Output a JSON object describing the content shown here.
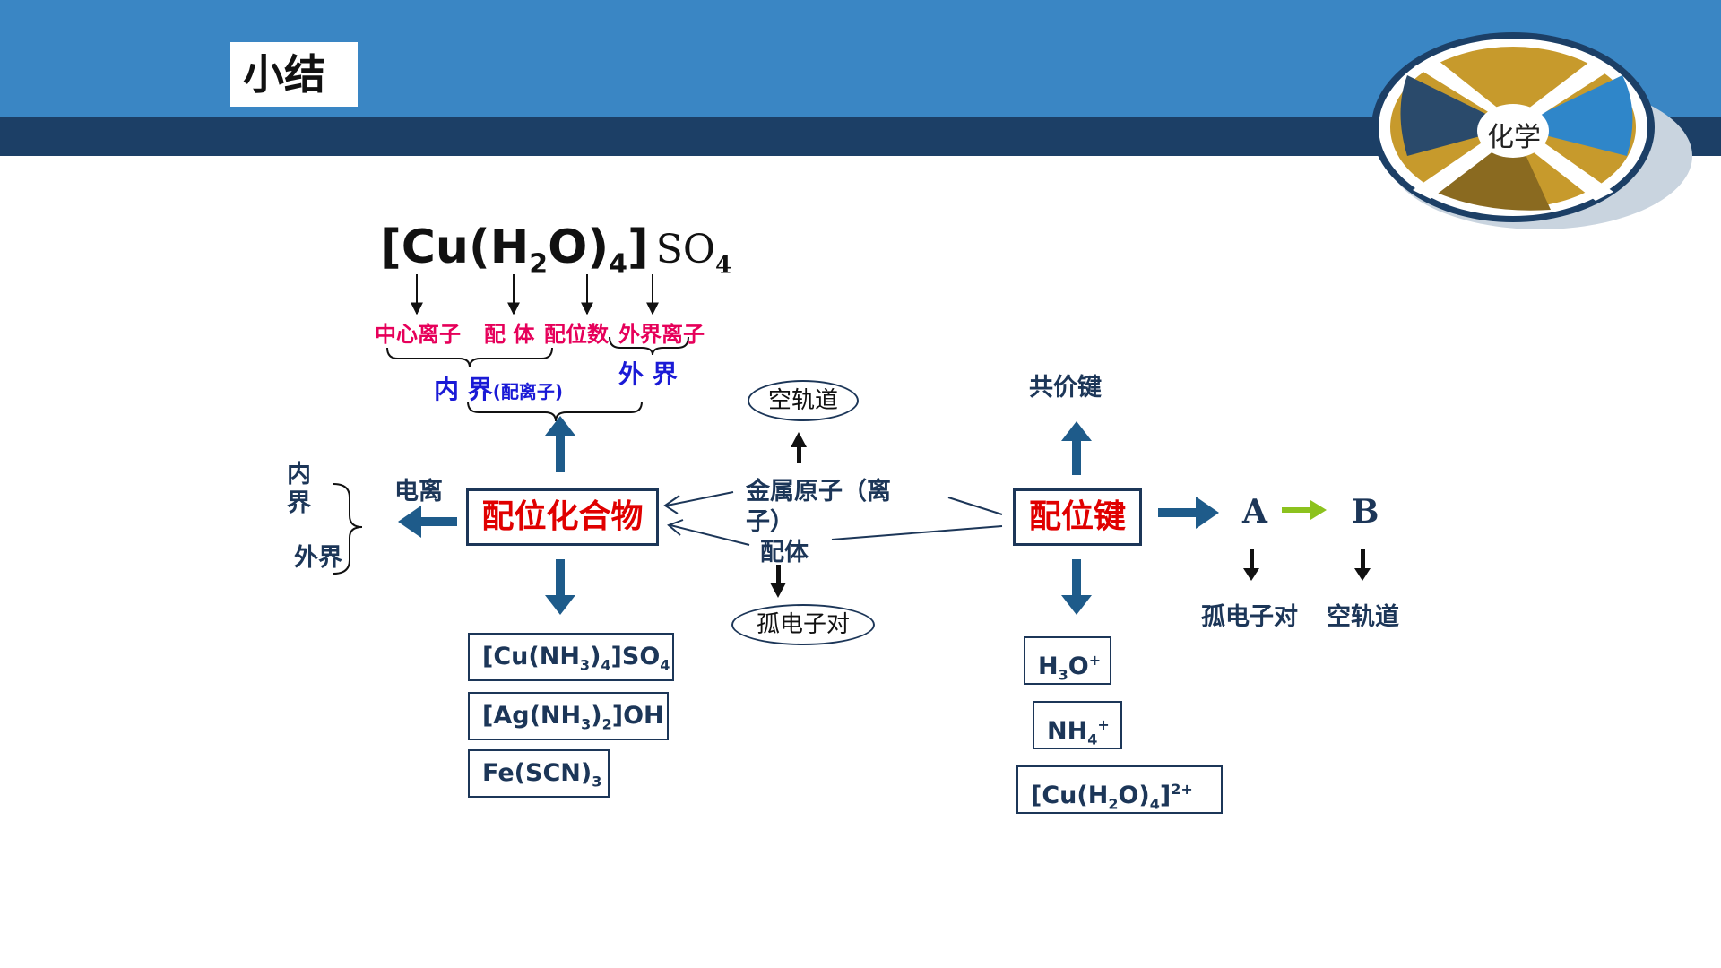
{
  "slide": {
    "title": "小结"
  },
  "logo": {
    "label": "化学"
  },
  "formula": {
    "cu": "[Cu(H",
    "two": "2",
    "o": "O)",
    "four": "4",
    "bracket": "]",
    "so": "SO",
    "so4": "4"
  },
  "labels": {
    "central_ion": "中心离子",
    "ligand": "配 体",
    "coord_number": "配位数",
    "outer_ion": "外界离子",
    "inner": "内 界",
    "complex_ion": "(配离子)",
    "outer": "外 界"
  },
  "left": {
    "inner": "内界",
    "outer": "外界",
    "ionize": "电离"
  },
  "center": {
    "compound": "配位化合物",
    "metal": "金属原子（离子）",
    "ligand": "配体",
    "empty_orbital": "空轨道",
    "lone_pair": "孤电子对"
  },
  "examples_left": [
    {
      "a": "[Cu(NH",
      "s1": "3",
      "b": ")",
      "s2": "4",
      "c": "]SO",
      "s3": "4"
    },
    {
      "a": "[Ag(NH",
      "s1": "3",
      "b": ")",
      "s2": "2",
      "c": "]OH",
      "s3": ""
    },
    {
      "a": "Fe(SCN)",
      "s1": "3",
      "b": "",
      "s2": "",
      "c": "",
      "s3": ""
    }
  ],
  "right": {
    "bond": "配位键",
    "covalent": "共价键",
    "a": "A",
    "b": "B",
    "lone_pair": "孤电子对",
    "empty_orbital": "空轨道"
  },
  "examples_right": {
    "h3o": {
      "a": "H",
      "s": "3",
      "b": "O",
      "sup": "+"
    },
    "nh4": {
      "a": "NH",
      "s": "4",
      "sup": "+"
    },
    "cuh2o": {
      "a": "[Cu(H",
      "s1": "2",
      "b": "O)",
      "s2": "4",
      "c": "]",
      "sup": "2+"
    }
  },
  "colors": {
    "banner": "#3a86c4",
    "dark_band": "#1c3f66",
    "navy": "#1c3658",
    "red": "#e00000",
    "pink": "#e6005a",
    "blue": "#1a1ad6",
    "green_arrow": "#8cc21e"
  }
}
